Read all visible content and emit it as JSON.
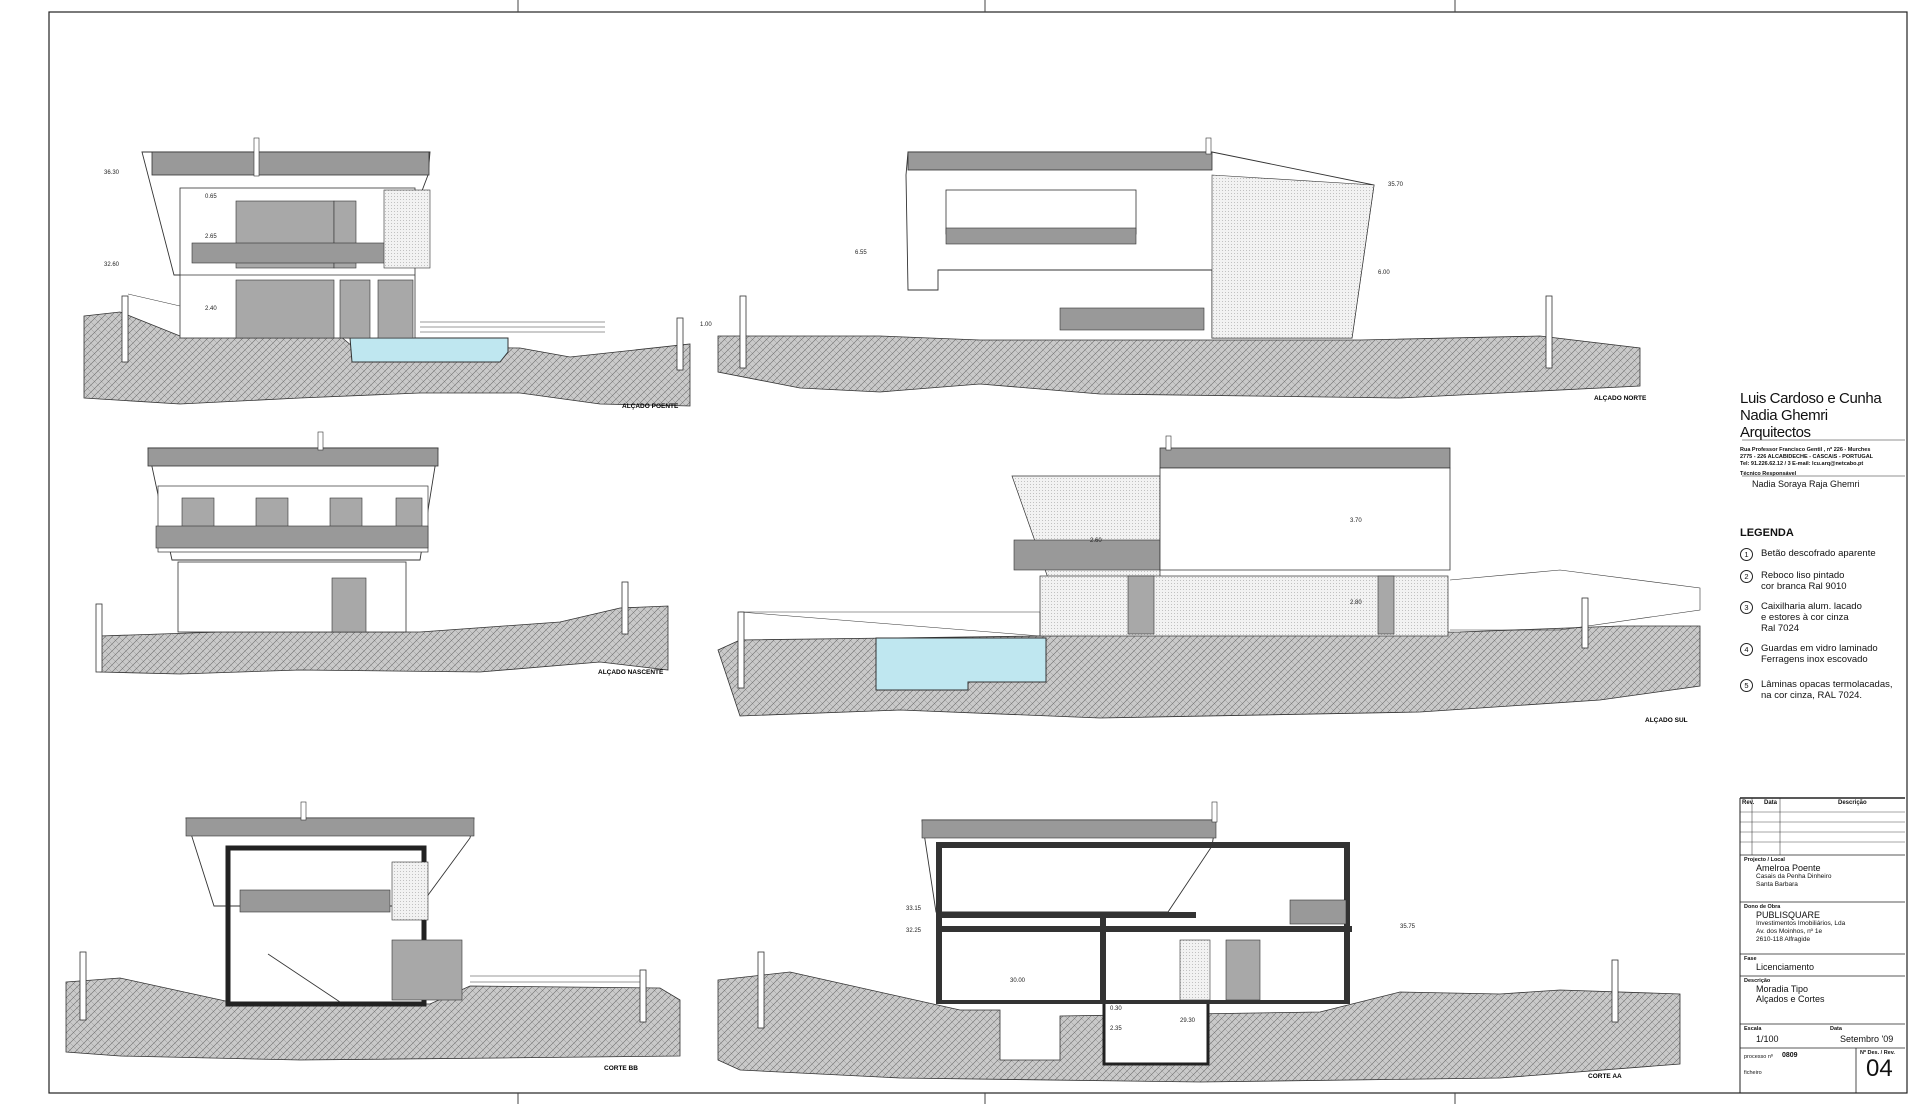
{
  "firm": {
    "name1": "Luis Cardoso e Cunha",
    "name2": "Nadia Ghemri",
    "name3": "Arquitectos",
    "address1": "Rua Professor Francisco Gentil , nº 226 - Murches",
    "address2": "2775 - 226 ALCABIDECHE - CASCAIS - PORTUGAL",
    "address3": "Tel: 91.226.62.12 / 3          E-mail: lcu.arq@netcabo.pt",
    "tech_label": "Técnico Responsável",
    "tech_name": "Nadia Soraya Raja Ghemri"
  },
  "legend": {
    "title": "LEGENDA",
    "items": [
      {
        "num": "1",
        "text": "Betão descofrado aparente"
      },
      {
        "num": "2",
        "text": "Reboco liso pintado\ncor branca  Ral 9010"
      },
      {
        "num": "3",
        "text": "Caixilharia alum. lacado\ne estores à cor cinza\nRal 7024"
      },
      {
        "num": "4",
        "text": "Guardas em vidro laminado\nFerragens inox escovado"
      },
      {
        "num": "5",
        "text": "Lâminas opacas termolacadas,\nna cor cinza, RAL 7024."
      }
    ]
  },
  "revisions": {
    "col_rev": "Rev.",
    "col_date": "Data",
    "col_desc": "Descrição"
  },
  "project": {
    "label": "Projecto / Local",
    "value": "Amelroa Poente",
    "sub1": "Casais da Penha Dinheiro",
    "sub2": "Santa Barbara"
  },
  "owner": {
    "label": "Dono de Obra",
    "value": "PUBLISQUARE",
    "sub1": "Investimentos Imobiliários, Lda",
    "sub2": "Av. dos Moinhos, nº 1e",
    "sub3": "2610-118 Alfragide"
  },
  "phase": {
    "label": "Fase",
    "value": "Licenciamento"
  },
  "description": {
    "label": "Descrição",
    "value1": "Moradia Tipo",
    "value2": "Alçados e Cortes"
  },
  "scale": {
    "label": "Escala",
    "value": "1/100"
  },
  "date": {
    "label": "Data",
    "value": "Setembro '09"
  },
  "process": {
    "label": "processo nº",
    "value": "0809",
    "file_label": "ficheiro"
  },
  "drawing_no": {
    "label": "Nº Des. / Rev.",
    "value": "04"
  },
  "drawings": {
    "poente": "ALÇADO POENTE",
    "norte": "ALÇADO NORTE",
    "nascente": "ALÇADO NASCENTE",
    "sul": "ALÇADO SUL",
    "corte_bb": "CORTE BB",
    "corte_aa": "CORTE AA"
  },
  "dimensions": {
    "d065": "0.65",
    "d265": "2.65",
    "d240": "2.40",
    "d655": "6.55",
    "d100": "1.00",
    "d600": "6.00",
    "d370": "3.70",
    "d280": "2.80",
    "d260": "2.60",
    "d030": "0.30",
    "d235": "2.35"
  },
  "levels": {
    "l1": "36.30",
    "l2": "35.75",
    "l3": "33.15",
    "l4": "32.60",
    "l5": "32.25",
    "l6": "30.00",
    "l7": "29.30",
    "l8": "35.70"
  }
}
